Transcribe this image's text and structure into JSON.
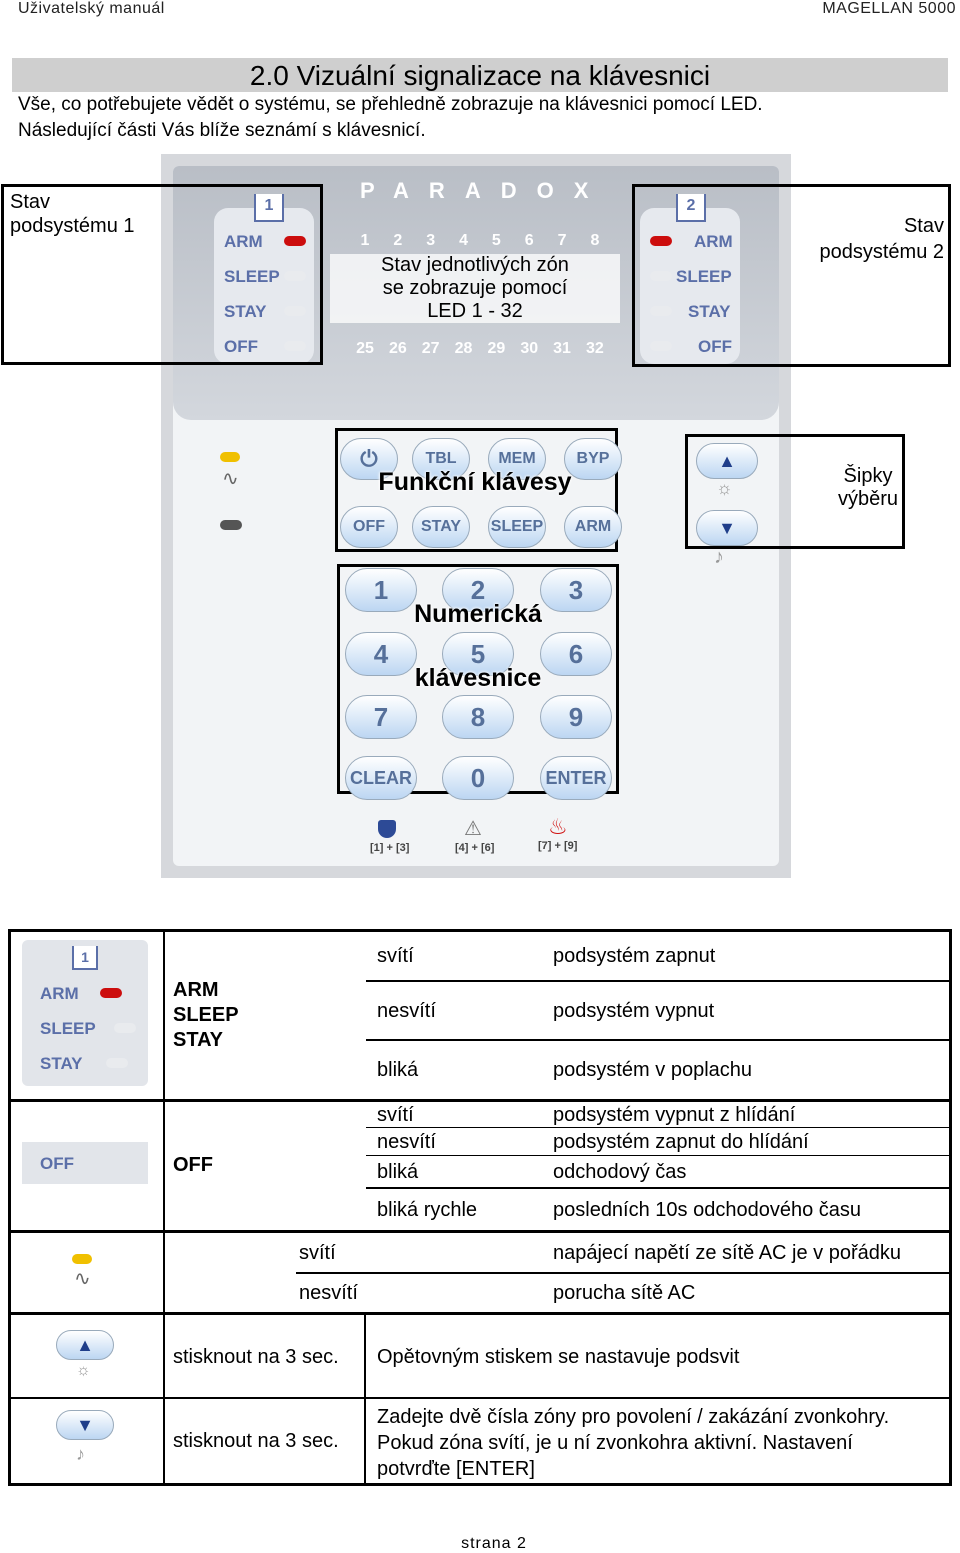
{
  "header": {
    "left": "Uživatelský manuál",
    "right": "MAGELLAN 5000"
  },
  "section_title": "2.0 Vizuální signalizace na klávesnici",
  "intro": {
    "line1": "Vše, co potřebujete vědět  o systému, se přehledně zobrazuje na klávesnici pomocí LED.",
    "line2": "Následující části  Vás blíže seznámí s klávesnicí."
  },
  "keypad": {
    "brand": "PARADOX",
    "zones_row1": [
      "1",
      "2",
      "3",
      "4",
      "5",
      "6",
      "7",
      "8"
    ],
    "zones_row4": [
      "25",
      "26",
      "27",
      "28",
      "29",
      "30",
      "31",
      "32"
    ],
    "led_labels": [
      "ARM",
      "SLEEP",
      "STAY",
      "OFF"
    ],
    "partition1_num": "1",
    "partition2_num": "2",
    "function_keys_top": [
      "TBL",
      "MEM",
      "BYP"
    ],
    "function_keys_bottom": [
      "OFF",
      "STAY",
      "SLEEP",
      "ARM"
    ],
    "numeric_keys": [
      "1",
      "2",
      "3",
      "4",
      "5",
      "6",
      "7",
      "8",
      "9"
    ],
    "bottom_keys": [
      "CLEAR",
      "0",
      "ENTER"
    ],
    "panic_labels": [
      "[1] + [3]",
      "[4] + [6]",
      "[7] + [9]"
    ],
    "accent_blue": "#5b6fa8",
    "led_red": "#cc0d0d"
  },
  "callouts": {
    "partition1": {
      "line1": "Stav",
      "line2": "podsystému 1"
    },
    "partition2": {
      "line1": "Stav",
      "line2": "podsystému 2"
    },
    "zones": {
      "line1": "Stav jednotlivých zón",
      "line2": "se zobrazuje pomocí",
      "line3": "LED 1 - 32"
    },
    "function_keys": "Funkční klávesy",
    "arrows": {
      "line1": "Šipky",
      "line2": "výběru"
    },
    "numeric": {
      "line1": "Numerická",
      "line2": "klávesnice"
    }
  },
  "table": {
    "arm_group": {
      "labels": [
        "ARM",
        "SLEEP",
        "STAY"
      ],
      "rows": [
        {
          "state": "svítí",
          "meaning": "podsystém zapnut"
        },
        {
          "state": "nesvítí",
          "meaning": "podsystém vypnut"
        },
        {
          "state": "bliká",
          "meaning": "podsystém v poplachu"
        }
      ]
    },
    "off_group": {
      "label": "OFF",
      "rows": [
        {
          "state": "svítí",
          "meaning": "podsystém vypnut z hlídání"
        },
        {
          "state": "nesvítí",
          "meaning": "podsystém zapnut do hlídání"
        },
        {
          "state": "bliká",
          "meaning": "odchodový čas"
        },
        {
          "state": "bliká rychle",
          "meaning": "posledních 10s odchodového času"
        }
      ]
    },
    "ac_group": {
      "rows": [
        {
          "state": "svítí",
          "meaning": "napájecí napětí ze sítě AC je v pořádku"
        },
        {
          "state": "nesvítí",
          "meaning": "porucha sítě AC"
        }
      ]
    },
    "up_arrow": {
      "action": "stisknout na 3 sec.",
      "meaning": "Opětovným stiskem se nastavuje podsvit"
    },
    "down_arrow": {
      "action": "stisknout na 3 sec.",
      "line1": "Zadejte dvě čísla zóny pro povolení / zakázání zvonkohry.",
      "line2": "Pokud zóna svítí, je u ní zvonkohra aktivní. Nastavení",
      "line3": "potvrďte [ENTER]"
    }
  },
  "footer": "strana  2"
}
